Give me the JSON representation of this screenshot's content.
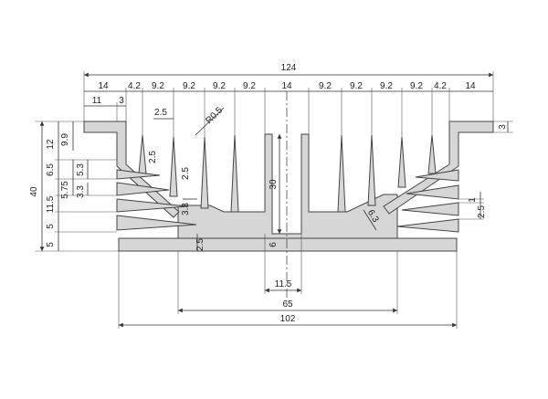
{
  "colors": {
    "profile_fill": "#d6d6d6",
    "line": "#333333"
  },
  "dims": {
    "overall_width": "124",
    "top_row": [
      "14",
      "4.2",
      "9.2",
      "9.2",
      "9.2",
      "9.2",
      "14",
      "9.2",
      "9.2",
      "9.2",
      "9.2",
      "4.2",
      "14"
    ],
    "flange_11": "11",
    "flange_3": "3",
    "fin_2_5_top": "2.5",
    "radius": "R0.5",
    "left_12": "12",
    "left_9_9": "9.9",
    "left_6_5": "6.5",
    "left_5_3": "5.3",
    "left_5_75": "5.75",
    "left_3_3": "3.3",
    "left_11_5": "11.5",
    "left_5a": "5",
    "left_5b": "5",
    "total_40": "40",
    "inner_2_5a": "2.5",
    "inner_2_5b": "2.5",
    "inner_3_3": "3.3",
    "base_2_5": "2.5",
    "center_30": "30",
    "center_6": "6",
    "right_3": "3",
    "right_1": "1",
    "right_2_5": "2.5",
    "fin_6_3": "6.3",
    "bottom_11_5": "11.5",
    "bottom_65": "65",
    "bottom_102": "102"
  }
}
